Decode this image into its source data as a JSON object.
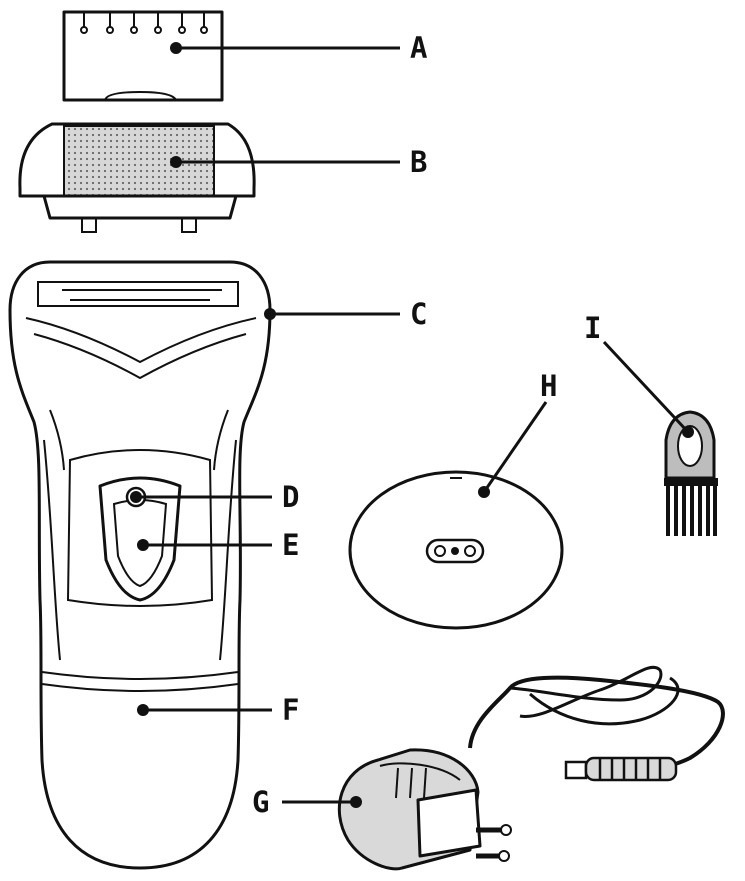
{
  "labels": {
    "a": "A",
    "b": "B",
    "c": "C",
    "d": "D",
    "e": "E",
    "f": "F",
    "g": "G",
    "h": "H",
    "i": "I"
  },
  "colors": {
    "ink": "#111111",
    "background": "#ffffff",
    "grey": "#bdbdbd",
    "light_grey": "#d9d9d9"
  }
}
